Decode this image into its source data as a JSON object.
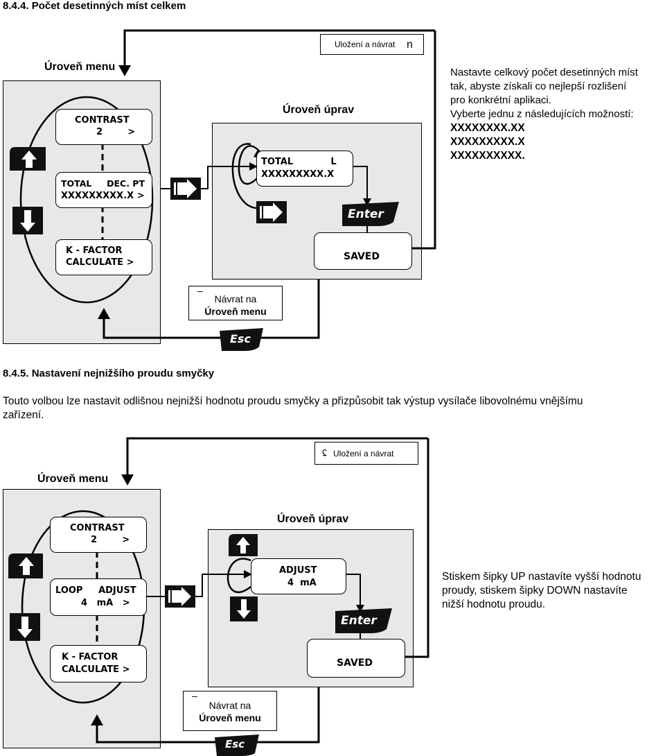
{
  "section1": {
    "heading": "8.4.4. Počet desetinných míst celkem",
    "menu_level_label": "Úroveň menu",
    "edit_level_label": "Úroveň úprav",
    "save_return": {
      "text": "Uložení a návrat",
      "glyph": "n"
    },
    "return_box": {
      "dash": "–",
      "line1": "Návrat na",
      "line2": "Úroveň menu"
    },
    "screens": {
      "contrast": {
        "line1": "CONTRAST",
        "line2": "2        >"
      },
      "total_dec": {
        "line1": "TOTAL     DEC. PT",
        "line2": "XXXXXXXXX.X >"
      },
      "kfactor": {
        "line1": "K - FACTOR",
        "line2": "CALCULATE >"
      },
      "edit": {
        "line1": "TOTAL            L",
        "line2": "XXXXXXXXX.X"
      },
      "saved": "SAVED"
    },
    "keys": {
      "enter": "Enter",
      "esc": "Esc"
    },
    "description": [
      "Nastavte celkový počet desetinných míst",
      "tak, abyste získali co nejlepší rozlišení",
      "pro konkrétní aplikaci.",
      "Vyberte jednu z následujících možností:"
    ],
    "options": [
      "XXXXXXXX.XX",
      "XXXXXXXXX.X",
      "XXXXXXXXXX."
    ]
  },
  "section2": {
    "heading": "8.4.5. Nastavení nejnižšího proudu smyčky",
    "intro": [
      "Touto volbou lze nastavit odlišnou nejnižší hodnotu proudu smyčky a přizpůsobit tak výstup vysílače libovolnému vnějšímu",
      "zařízení."
    ],
    "menu_level_label": "Úroveň menu",
    "edit_level_label": "Úroveň úprav",
    "save_return": {
      "text": "Uložení a návrat",
      "glyph": "ʢ"
    },
    "return_box": {
      "dash": "–",
      "line1": "Návrat na",
      "line2": "Úroveň menu"
    },
    "screens": {
      "contrast": {
        "line1": "CONTRAST",
        "line2": "2        >"
      },
      "loop_adjust": {
        "line1": "LOOP     ADJUST",
        "line2": "4   mA   >"
      },
      "kfactor": {
        "line1": "K - FACTOR",
        "line2": "CALCULATE >"
      },
      "edit": {
        "line1": "ADJUST",
        "line2": "4  mA"
      },
      "saved": "SAVED"
    },
    "keys": {
      "enter": "Enter",
      "esc": "Esc"
    },
    "description": [
      "Stiskem šipky UP nastavíte vyšší hodnotu",
      "proudy, stiskem šipky DOWN nastavíte",
      "nižší hodnotu proudu."
    ]
  }
}
